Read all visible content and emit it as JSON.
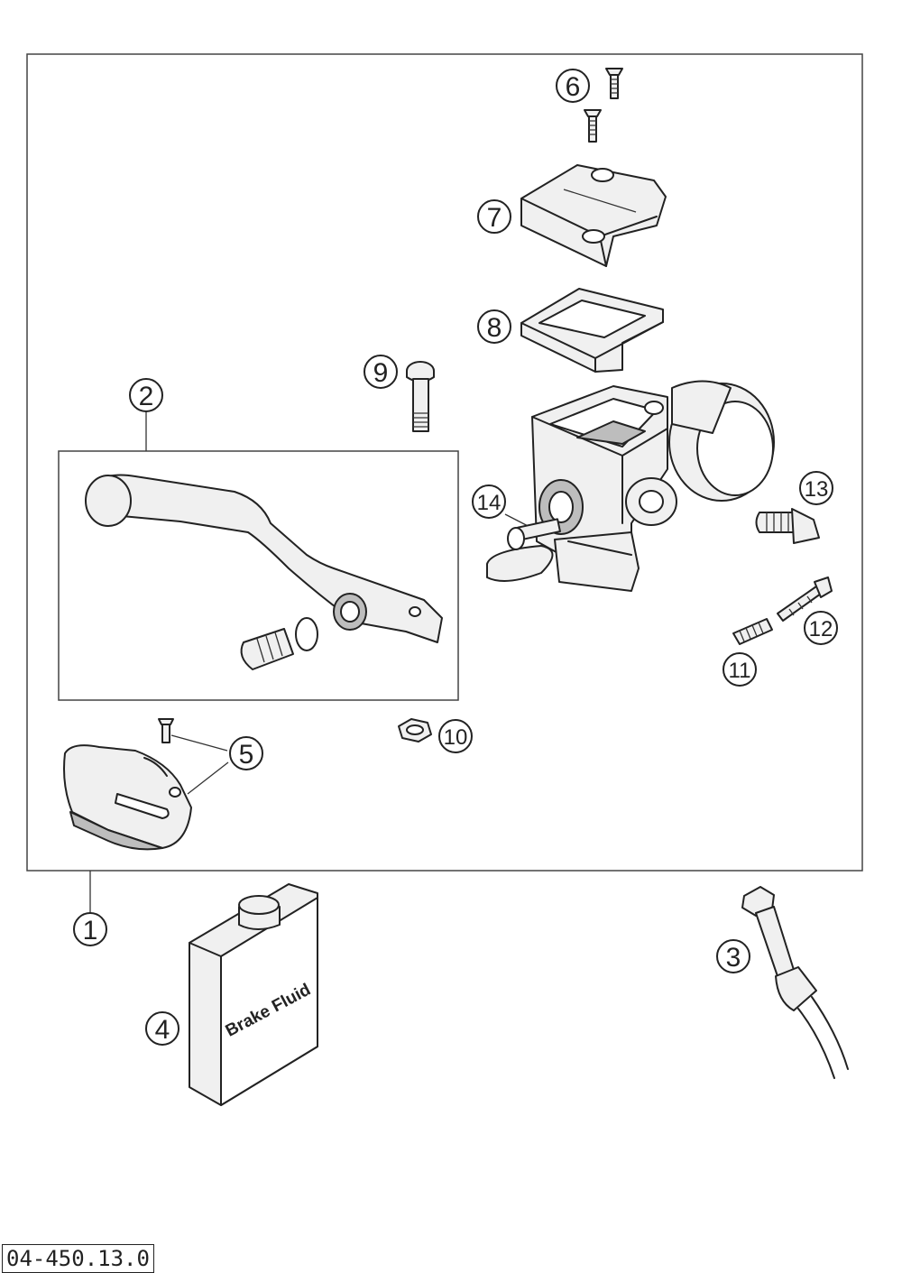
{
  "callouts": [
    "1",
    "2",
    "3",
    "4",
    "5",
    "6",
    "7",
    "8",
    "9",
    "10",
    "11",
    "12",
    "13",
    "14"
  ],
  "container_label": "Brake Fluid",
  "reference_number": "04-450.13.0"
}
